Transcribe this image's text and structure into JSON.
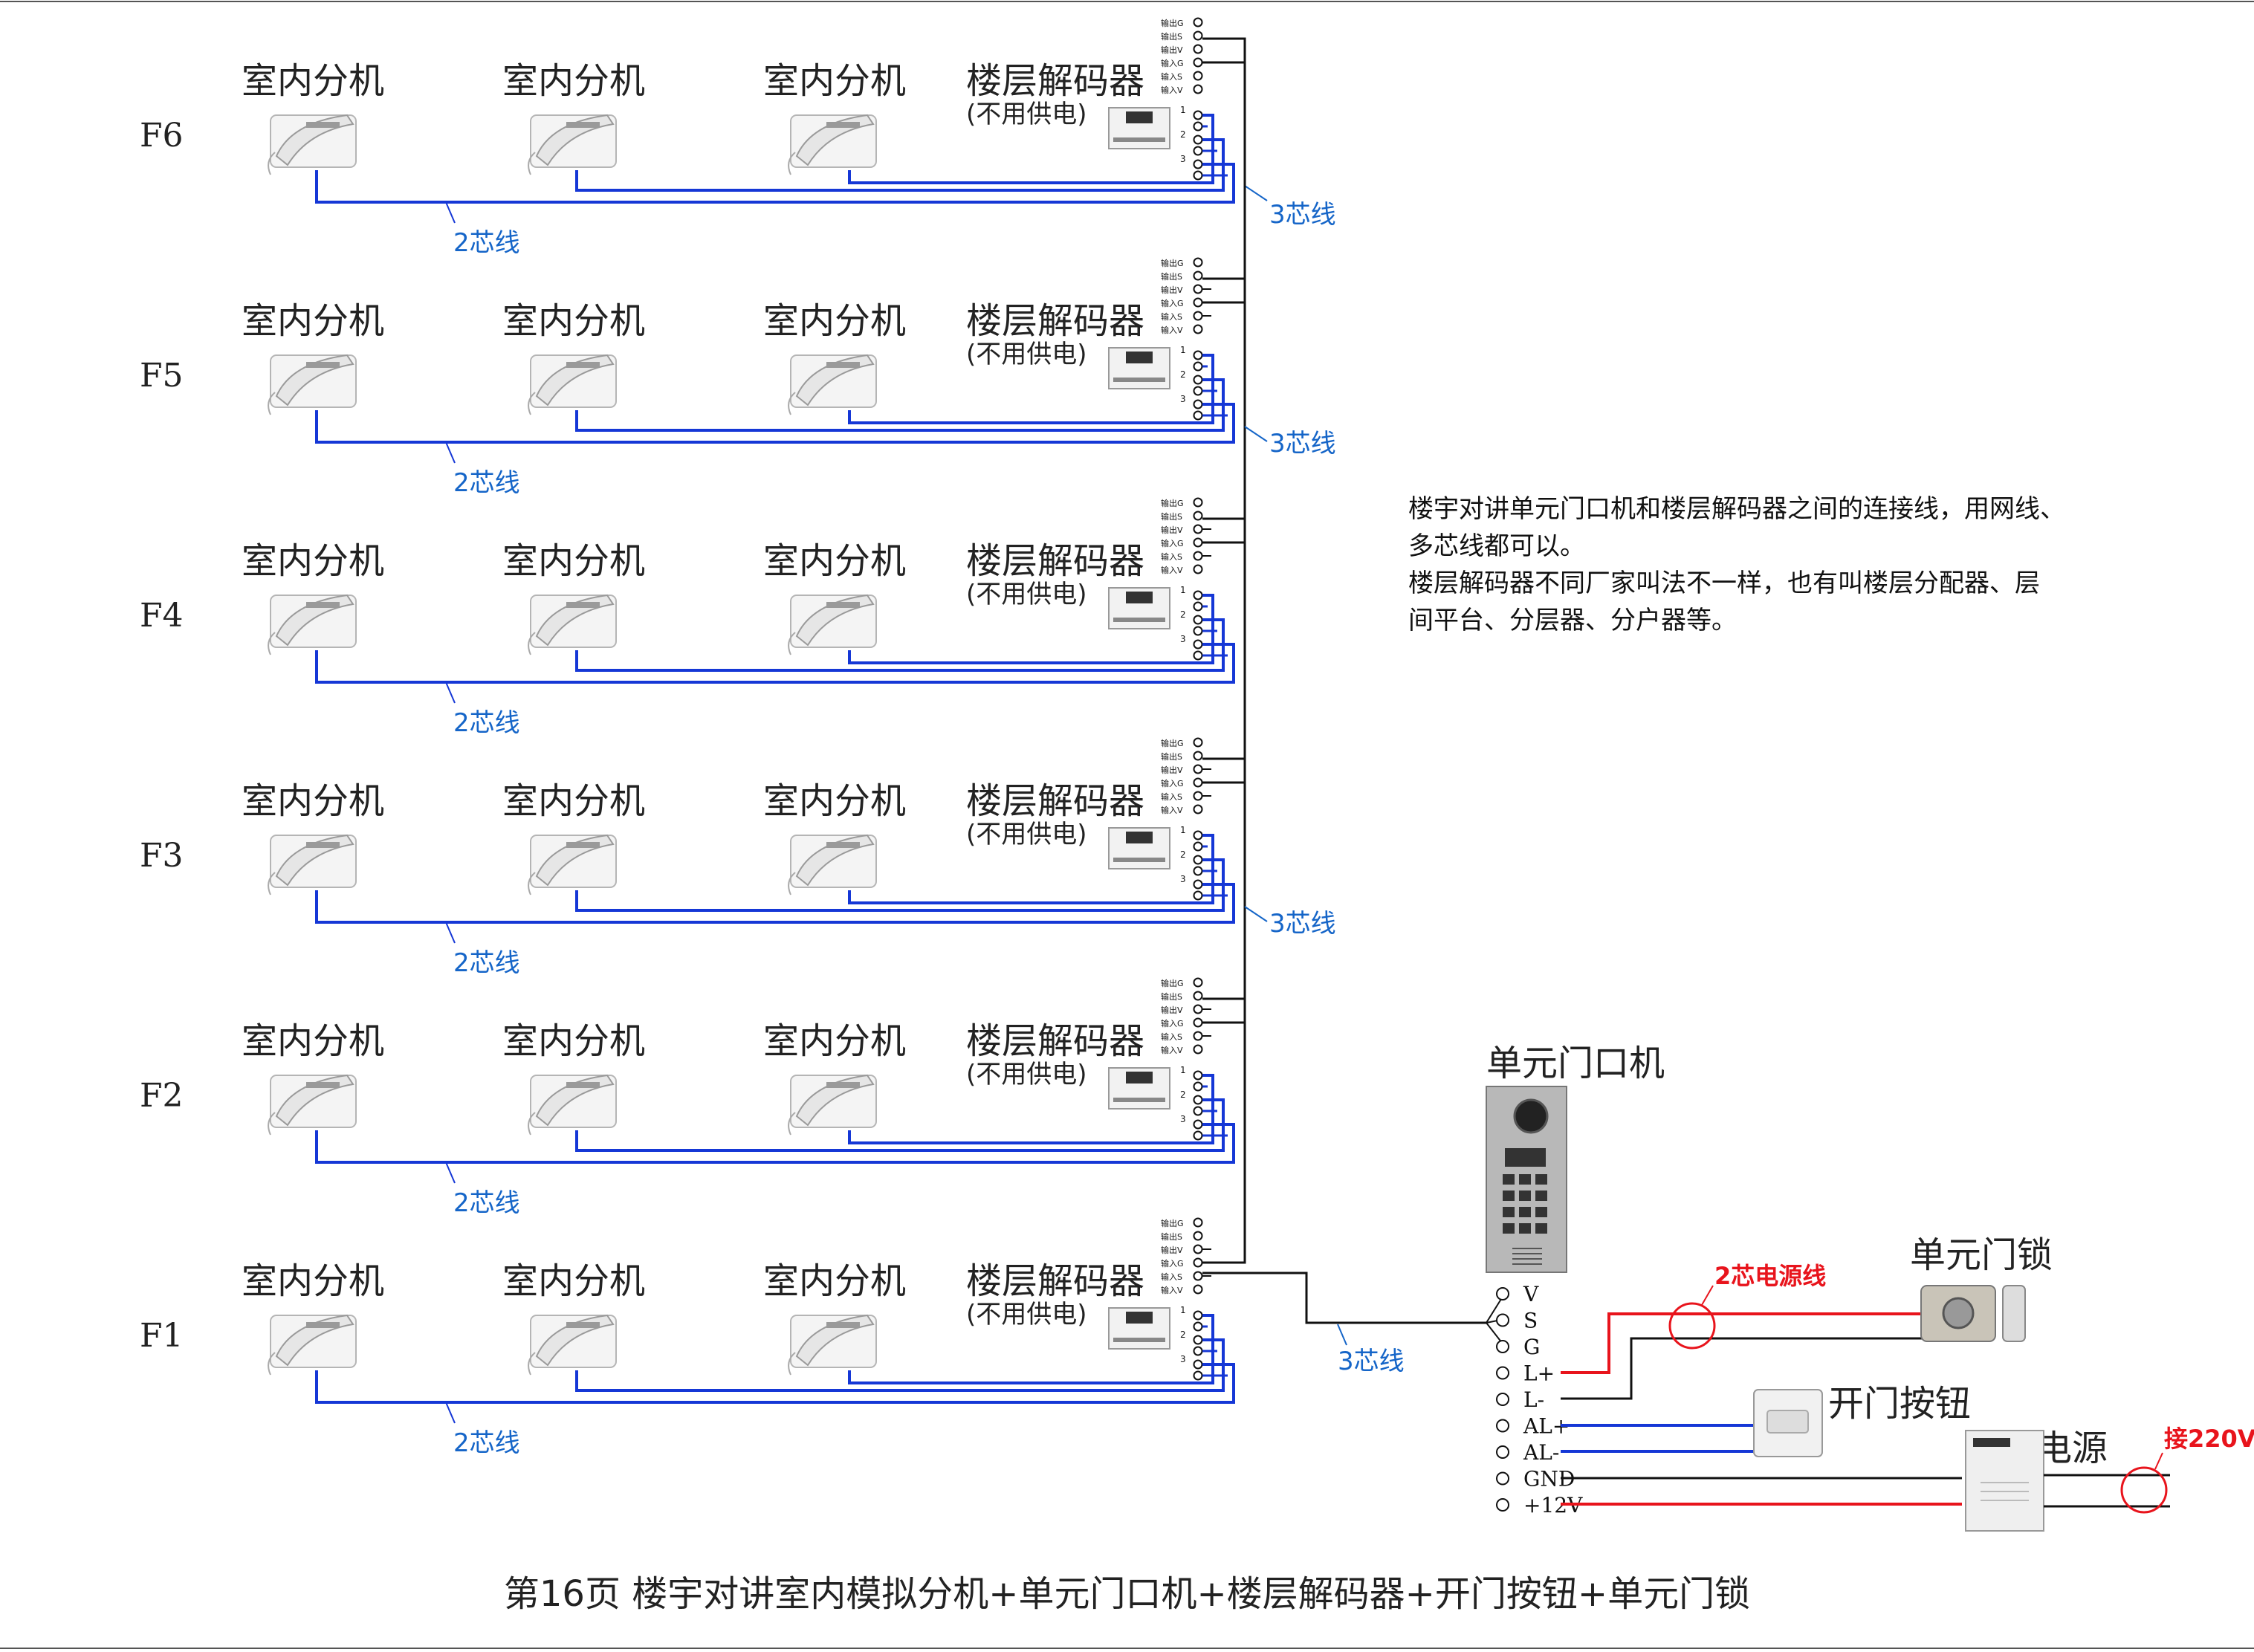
{
  "floors": [
    {
      "label": "F6",
      "has_riser_label": true
    },
    {
      "label": "F5",
      "has_riser_label": false
    },
    {
      "label": "F4",
      "has_riser_label": true
    },
    {
      "label": "F3",
      "has_riser_label": false
    },
    {
      "label": "F2",
      "has_riser_label": true
    },
    {
      "label": "F1",
      "has_riser_label": false
    }
  ],
  "labels": {
    "indoor_unit": "室内分机",
    "floor_decoder": "楼层解码器",
    "no_power": "(不用供电)",
    "two_core": "2芯线",
    "three_core": "3芯线",
    "decoder_terminals": [
      "输出G",
      "输出S",
      "输出V",
      "输入G",
      "输入S",
      "输入V",
      "1",
      "2",
      "3"
    ],
    "door_station": "单元门口机",
    "door_lock": "单元门锁",
    "power_cable": "2芯电源线",
    "exit_button": "开门按钮",
    "power_supply": "电源",
    "mains": "接220V"
  },
  "door_station_terminals": [
    "V",
    "S",
    "G",
    "L+",
    "L-",
    "AL+",
    "AL-",
    "GND",
    "+12V"
  ],
  "note": {
    "lines": [
      "楼宇对讲单元门口机和楼层解码器之间的连接线，用网线、",
      "多芯线都可以。",
      "楼层解码器不同厂家叫法不一样，也有叫楼层分配器、层",
      "间平台、分层器、分户器等。"
    ]
  },
  "page_title": "第16页  楼宇对讲室内模拟分机+单元门口机+楼层解码器+开门按钮+单元门锁",
  "colors": {
    "blue": "#1537d6",
    "label_blue": "#1565c8",
    "red": "#e8141c",
    "black": "#111111"
  }
}
